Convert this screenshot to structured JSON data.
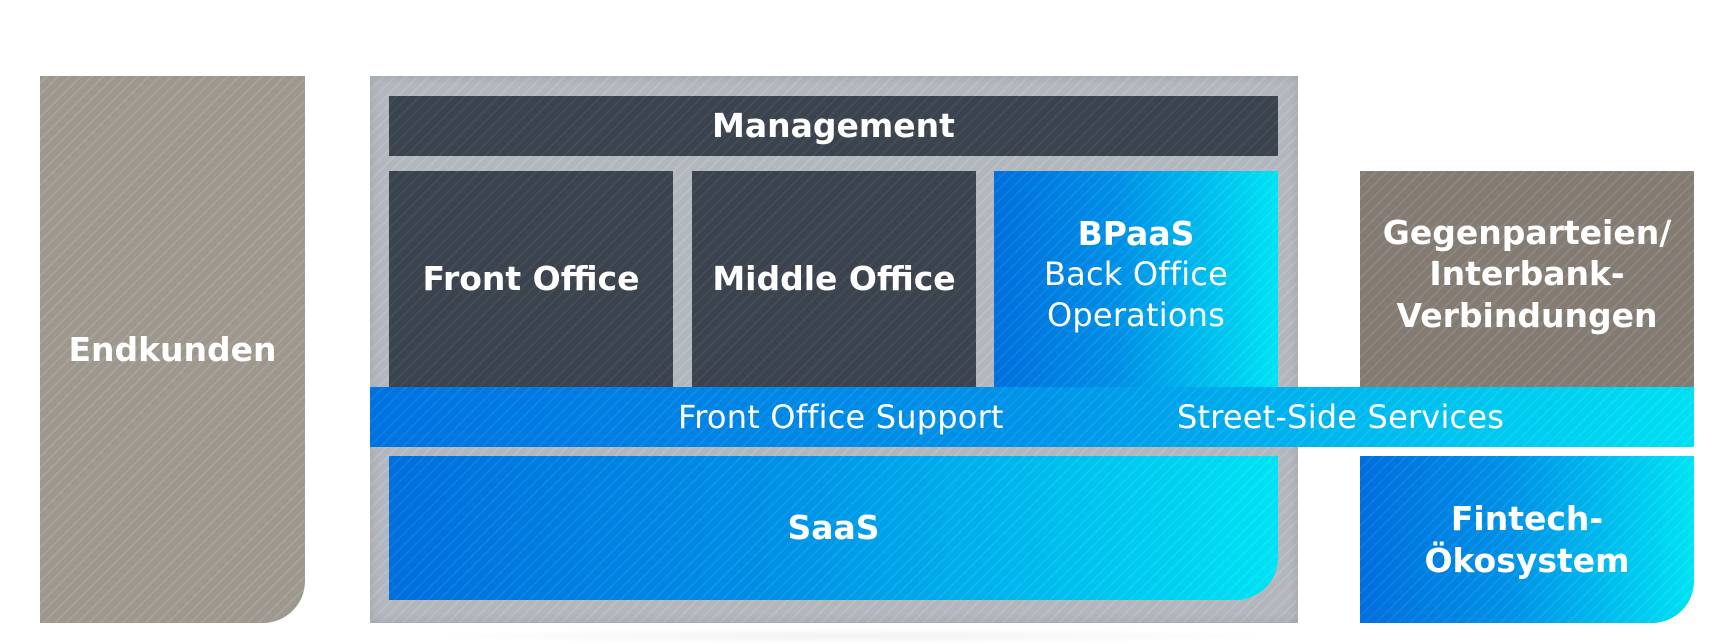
{
  "diagram": {
    "endkunden": "Endkunden",
    "management": "Management",
    "front_office": "Front Office",
    "middle_office": "Middle Office",
    "bpaas": {
      "title": "BPaaS",
      "line1": "Back Office",
      "line2": "Operations"
    },
    "counterparties": {
      "line1": "Gegenparteien/",
      "line2": "Interbank-",
      "line3": "Verbindungen"
    },
    "support_band": {
      "front_office_support": "Front Office Support",
      "street_side_services": "Street-Side Services"
    },
    "saas": "SaaS",
    "fintech": {
      "line1": "Fintech-",
      "line2": "Ökosystem"
    }
  },
  "colors": {
    "stone": "#a39c92",
    "stone_dark": "#888077",
    "slate": "#3c4550",
    "frame_gray": "#b6bbc1",
    "blue_start": "#0070e0",
    "blue_end": "#00e6f8",
    "text": "#ffffff"
  }
}
